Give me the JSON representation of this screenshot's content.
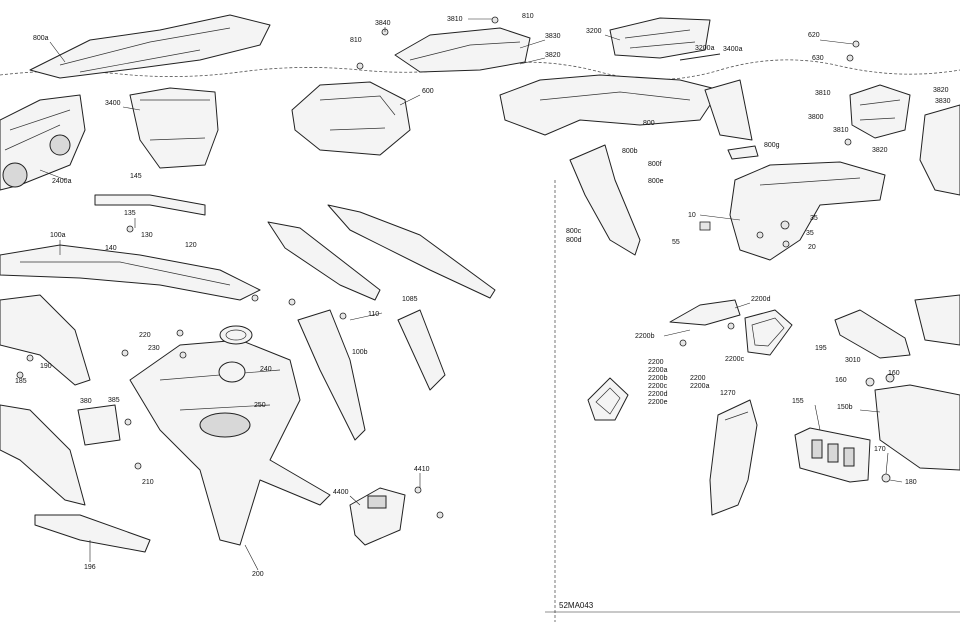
{
  "diagram_ref": "52MA043",
  "callouts": {
    "c800a": "800a",
    "c3840": "3840",
    "c3810a": "3810",
    "c810a": "810",
    "c810b": "810",
    "c3830": "3830",
    "c3820a": "3820",
    "c3200": "3200",
    "c3200a": "3200a",
    "c3400a": "3400a",
    "c620": "620",
    "c630": "630",
    "c3810b": "3810",
    "c3820b": "3820",
    "c3830b": "3830",
    "c3400": "3400",
    "c600": "600",
    "c800": "800",
    "c800b": "800b",
    "c800f": "800f",
    "c800e": "800e",
    "c800g": "800g",
    "c3800": "3800",
    "c3810c": "3810",
    "c3820c": "3820",
    "c2400a": "2400a",
    "c145": "145",
    "c135": "135",
    "c130": "130",
    "c140": "140",
    "c120": "120",
    "c100a": "100a",
    "c10": "10",
    "c800c": "800c",
    "c800d": "800d",
    "c55": "55",
    "c35a": "35",
    "c35b": "35",
    "c20": "20",
    "c1085": "1085",
    "c110": "110",
    "c100b": "100b",
    "c2200d": "2200d",
    "c2200b": "2200b",
    "c2200c": "2200c",
    "c2200_list": [
      "2200",
      "2200a",
      "2200b",
      "2200c",
      "2200d",
      "2200e"
    ],
    "c2200_pair": [
      "2200",
      "2200a"
    ],
    "c220": "220",
    "c230": "230",
    "c190": "190",
    "c185": "185",
    "c240": "240",
    "c250": "250",
    "c380": "380",
    "c385": "385",
    "c210": "210",
    "c195a": "195",
    "c3010": "3010",
    "c160a": "160",
    "c160b": "160",
    "c150b": "150b",
    "c1270": "1270",
    "c155": "155",
    "c170": "170",
    "c180": "180",
    "c4410": "4410",
    "c4400": "4400",
    "c196": "196",
    "c200": "200"
  }
}
